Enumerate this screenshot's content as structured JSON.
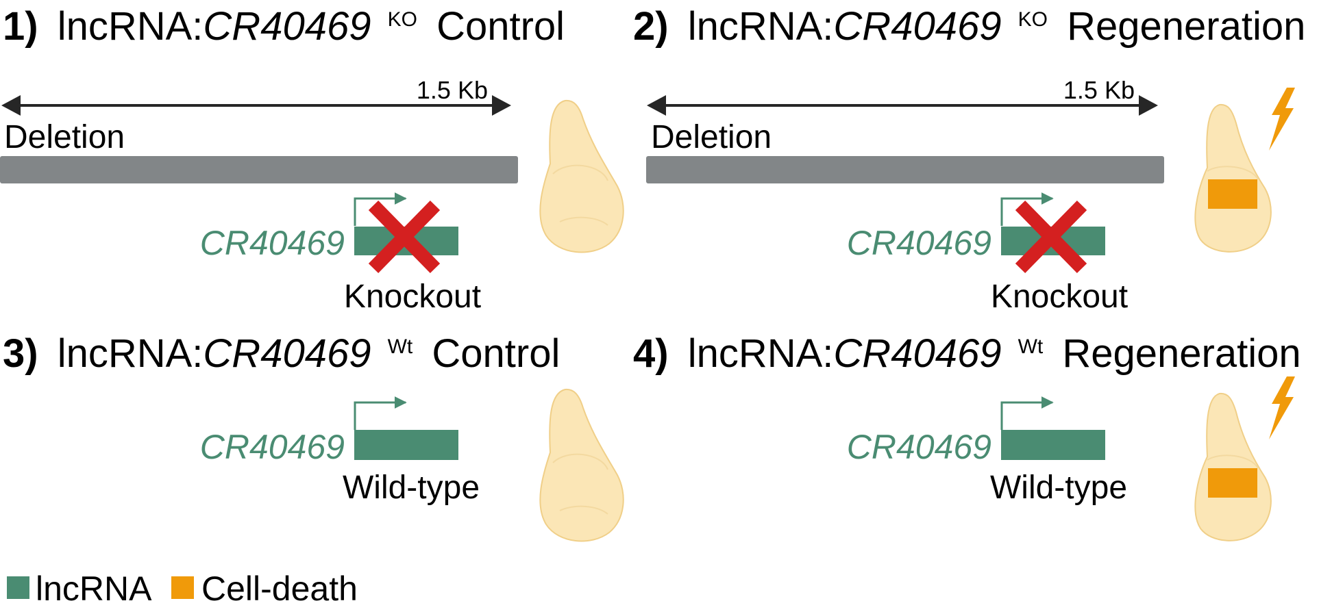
{
  "colors": {
    "lncrna": "#4a8c72",
    "cell_death": "#f09a0a",
    "deletion_bar": "#828688",
    "knockout_cross": "#d42020",
    "lightning": "#f09a0a",
    "disc_fill": "#fbe6b6",
    "disc_stroke": "#f0cf88"
  },
  "panels": [
    {
      "number": "1)",
      "prefix": "lncRNA:",
      "gene": "CR40469",
      "superscript": "KO",
      "condition": "Control",
      "scale_label": "1.5 Kb",
      "deletion_label": "Deletion",
      "gene_label": "CR40469",
      "status_label": "Knockout",
      "cell_death": false
    },
    {
      "number": "2)",
      "prefix": "lncRNA:",
      "gene": "CR40469",
      "superscript": "KO",
      "condition": "Regeneration",
      "scale_label": "1.5 Kb",
      "deletion_label": "Deletion",
      "gene_label": "CR40469",
      "status_label": "Knockout",
      "cell_death": true
    },
    {
      "number": "3)",
      "prefix": "lncRNA:",
      "gene": "CR40469",
      "superscript": "Wt",
      "condition": "Control",
      "gene_label": "CR40469",
      "status_label": "Wild-type",
      "cell_death": false
    },
    {
      "number": "4)",
      "prefix": "lncRNA:",
      "gene": "CR40469",
      "superscript": "Wt",
      "condition": "Regeneration",
      "gene_label": "CR40469",
      "status_label": "Wild-type",
      "cell_death": true
    }
  ],
  "legend": [
    {
      "label": "lncRNA",
      "color_key": "lncrna"
    },
    {
      "label": "Cell-death",
      "color_key": "cell_death"
    }
  ]
}
